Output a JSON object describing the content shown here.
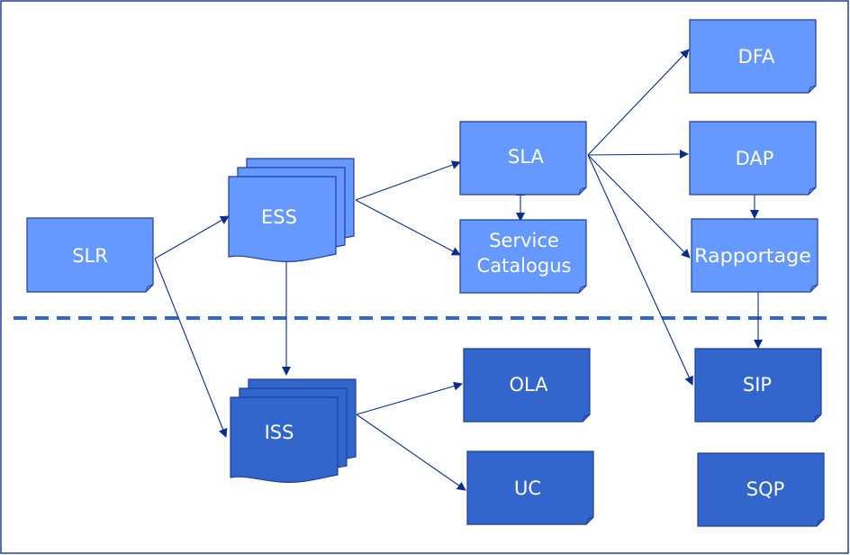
{
  "colors": {
    "upper_fill": "#6699FF",
    "lower_fill": "#3366CC",
    "stroke": "#1F3E9A",
    "connector": "#0A2D8C",
    "divider": "#3366CC",
    "frame": "#1F3E9A"
  },
  "nodes": {
    "slr": "SLR",
    "ess": "ESS",
    "iss": "ISS",
    "sla": "SLA",
    "service_catalogus_line1": "Service",
    "service_catalogus_line2": "Catalogus",
    "ola": "OLA",
    "uc": "UC",
    "dfa": "DFA",
    "dap": "DAP",
    "rapportage": "Rapportage",
    "sip": "SIP",
    "sqp": "SQP"
  }
}
